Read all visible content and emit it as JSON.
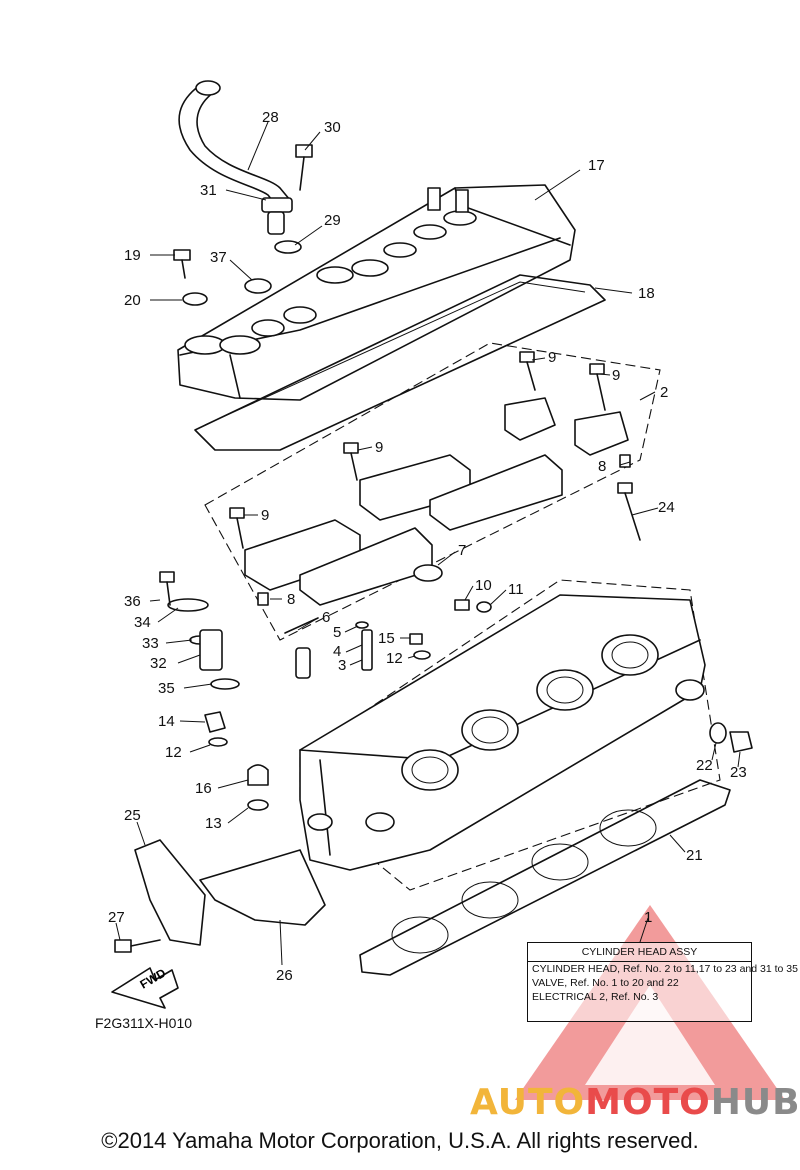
{
  "diagram": {
    "callouts": [
      "1",
      "2",
      "3",
      "4",
      "5",
      "6",
      "7",
      "8",
      "8",
      "9",
      "9",
      "9",
      "9",
      "10",
      "11",
      "12",
      "12",
      "13",
      "14",
      "15",
      "16",
      "17",
      "18",
      "19",
      "20",
      "21",
      "22",
      "23",
      "24",
      "25",
      "26",
      "27",
      "28",
      "29",
      "30",
      "31",
      "32",
      "33",
      "34",
      "35",
      "36",
      "37"
    ],
    "fwd_label": "FWD",
    "figure_code": "F2G311X-H010",
    "assembly_box": {
      "title": "CYLINDER HEAD ASSY",
      "lines": [
        "CYLINDER HEAD, Ref. No. 2 to 11,17 to 23 and 31 to 35",
        "VALVE, Ref. No. 1 to 20 and 22",
        "ELECTRICAL 2, Ref. No. 3"
      ]
    },
    "copyright": "©2014 Yamaha Motor Corporation, U.S.A. All rights reserved."
  },
  "watermark": {
    "part1": "AUTO",
    "part2": "MOTO",
    "part3": "HUB",
    "colors": {
      "triangle": "#e84a4a",
      "auto": "#f2b53a",
      "moto": "#e94b4b",
      "hub": "#8a8a8a"
    }
  }
}
